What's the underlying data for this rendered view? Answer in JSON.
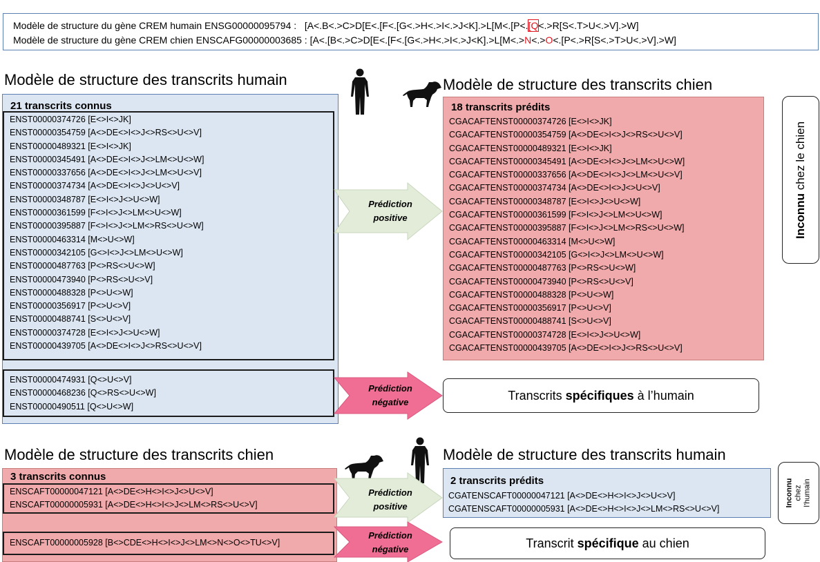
{
  "gene_models": {
    "human": {
      "label": "Modèle de structure du gène CREM humain ENSG00000095794 :",
      "seq_a": "[A<.B<.>C>D[E<.[F<.[G<.>H<.>I<.>J<K].>L[M<.[P<.",
      "seq_q": "[Q",
      "seq_b": "<.>R[S<.T>U<.>V].>W]"
    },
    "dog": {
      "label": "Modèle de structure du gène CREM chien ENSCAFG00000003685 :",
      "seq_a": "[A<.[B<.>C>D[E<.[F<.[G<.>H<.>I<.>J<K].>L[M<.>",
      "seq_n": "N",
      "seq_mid": "<.>",
      "seq_o": "O",
      "seq_b": "<.[P<.>R[S<.>T>U<.>V].>W]"
    }
  },
  "top": {
    "left_title": "Modèle de structure des transcrits humain",
    "right_title": "Modèle de structure des transcrits chien",
    "known_title": "21 transcrits connus",
    "predicted_title": "18 transcrits prédits",
    "known_shared": [
      "ENST00000374726 [E<>I<>JK]",
      "ENST00000354759 [A<>DE<>I<>J<>RS<>U<>V]",
      "ENST00000489321 [E<>I<>JK]",
      "ENST00000345491 [A<>DE<>I<>J<>LM<>U<>W]",
      "ENST00000337656 [A<>DE<>I<>J<>LM<>U<>V]",
      "ENST00000374734 [A<>DE<>I<>J<>U<>V]",
      "ENST00000348787 [E<>I<>J<>U<>W]",
      "ENST00000361599 [F<>I<>J<>LM<>U<>W]",
      "ENST00000395887 [F<>I<>J<>LM<>RS<>U<>W]",
      "ENST00000463314 [M<>U<>W]",
      "ENST00000342105 [G<>I<>J<>LM<>U<>W]",
      "ENST00000487763 [P<>RS<>U<>W]",
      "ENST00000473940 [P<>RS<>U<>V]",
      "ENST00000488328 [P<>U<>W]",
      "ENST00000356917 [P<>U<>V]",
      "ENST00000488741 [S<>U<>V]",
      "ENST00000374728 [E<>I<>J<>U<>W]",
      "ENST00000439705 [A<>DE<>I<>J<>RS<>U<>V]"
    ],
    "known_specific": [
      "ENST00000474931 [Q<>U<>V]",
      "ENST00000468236 [Q<>RS<>U<>W]",
      "ENST00000490511 [Q<>U<>W]"
    ],
    "predicted": [
      "CGACAFTENST00000374726 [E<>I<>JK]",
      "CGACAFTENST00000354759 [A<>DE<>I<>J<>RS<>U<>V]",
      "CGACAFTENST00000489321 [E<>I<>JK]",
      "CGACAFTENST00000345491 [A<>DE<>I<>J<>LM<>U<>W]",
      "CGACAFTENST00000337656 [A<>DE<>I<>J<>LM<>U<>V]",
      "CGACAFTENST00000374734 [A<>DE<>I<>J<>U<>V]",
      "CGACAFTENST00000348787 [E<>I<>J<>U<>W]",
      "CGACAFTENST00000361599 [F<>I<>J<>LM<>U<>W]",
      "CGACAFTENST00000395887 [F<>I<>J<>LM<>RS<>U<>W]",
      "CGACAFTENST00000463314 [M<>U<>W]",
      "CGACAFTENST00000342105 [G<>I<>J<>LM<>U<>W]",
      "CGACAFTENST00000487763 [P<>RS<>U<>W]",
      "CGACAFTENST00000473940 [P<>RS<>U<>V]",
      "CGACAFTENST00000488328 [P<>U<>W]",
      "CGACAFTENST00000356917 [P<>U<>V]",
      "CGACAFTENST00000488741 [S<>U<>V]",
      "CGACAFTENST00000374728 [E<>I<>J<>U<>W]",
      "CGACAFTENST00000439705 [A<>DE<>I<>J<>RS<>U<>V]"
    ],
    "pos_arrow": [
      "Prédiction",
      "positive"
    ],
    "neg_arrow": [
      "Prédiction",
      "négative"
    ],
    "specific_pre": "Transcrits ",
    "specific_bold": "spécifiques",
    "specific_post": " à l’humain",
    "unknown_bold": "Inconnu",
    "unknown_rest": " chez le chien"
  },
  "bottom": {
    "left_title": "Modèle de structure des transcrits chien",
    "right_title": "Modèle de structure des transcrits humain",
    "known_title": "3 transcrits connus",
    "predicted_title": "2 transcrits prédits",
    "known_shared": [
      "ENSCAFT00000047121 [A<>DE<>H<>I<>J<>U<>V]",
      "ENSCAFT00000005931 [A<>DE<>H<>I<>J<>LM<>RS<>U<>V]"
    ],
    "known_specific": [
      "ENSCAFT00000005928 [B<>CDE<>H<>I<>J<>LM<>N<>O<>TU<>V]"
    ],
    "predicted": [
      "CGATENSCAFT00000047121 [A<>DE<>H<>I<>J<>U<>V]",
      "CGATENSCAFT00000005931 [A<>DE<>H<>I<>J<>LM<>RS<>U<>V]"
    ],
    "pos_arrow": [
      "Prédiction",
      "positive"
    ],
    "neg_arrow": [
      "Prédiction",
      "négative"
    ],
    "specific_pre": "Transcrit ",
    "specific_bold": "spécifique",
    "specific_post": " au chien",
    "unknown_bold": "Inconnu",
    "unknown_line2": "chez",
    "unknown_line3": "l’humain"
  },
  "colors": {
    "blue_panel": "#dce6f2",
    "red_panel": "#f0aaab",
    "positive_arrow": "#e2ecd9",
    "negative_arrow": "#f06e94",
    "highlight": "#e0141e"
  },
  "icons": [
    "human-silhouette-icon",
    "dog-silhouette-icon"
  ]
}
